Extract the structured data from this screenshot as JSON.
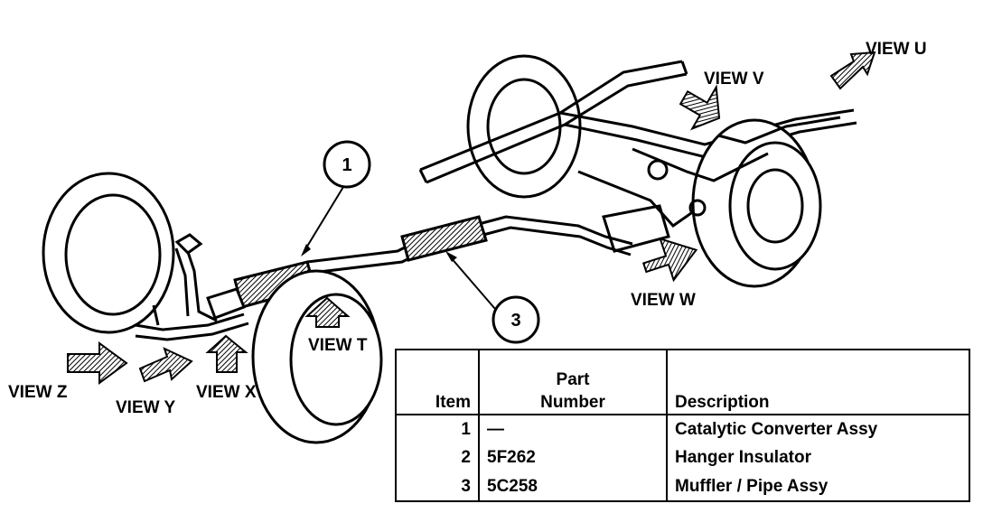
{
  "views": {
    "u": "VIEW U",
    "v": "VIEW V",
    "w": "VIEW W",
    "t": "VIEW T",
    "x": "VIEW X",
    "y": "VIEW Y",
    "z": "VIEW Z"
  },
  "callouts": [
    "1",
    "3"
  ],
  "table": {
    "headers": {
      "item": "Item",
      "part_number_line1": "Part",
      "part_number_line2": "Number",
      "description": "Description"
    },
    "rows": [
      {
        "item": "1",
        "part_number": "—",
        "description": "Catalytic Converter Assy"
      },
      {
        "item": "2",
        "part_number": "5F262",
        "description": "Hanger Insulator"
      },
      {
        "item": "3",
        "part_number": "5C258",
        "description": "Muffler / Pipe Assy"
      }
    ]
  }
}
